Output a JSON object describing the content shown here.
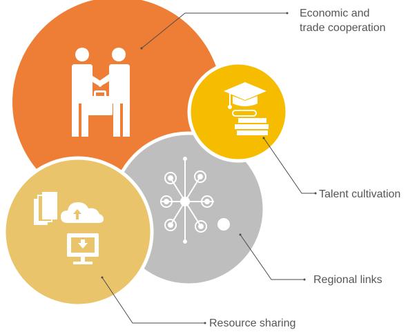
{
  "labels": {
    "economic_line1": "Economic and",
    "economic_line2": "trade cooperation",
    "talent": "Talent cultivation",
    "regional": "Regional links",
    "resource": "Resource sharing"
  },
  "colors": {
    "orange": "#EE7E35",
    "yellow": "#F6BC00",
    "gray": "#BEBEBE",
    "tan": "#E9C46A",
    "connector": "#4a4a4a",
    "label_text": "#555555",
    "icon": "#ffffff"
  },
  "icons": {
    "economic": "handshake-briefcase-icon",
    "talent": "graduation-cap-books-icon",
    "regional": "network-hub-icon",
    "resource": "cloud-files-monitor-icon"
  }
}
